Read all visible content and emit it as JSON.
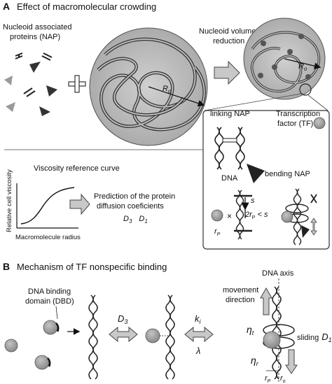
{
  "panel_a": {
    "letter": "A",
    "title": "Effect of macromolecular crowding",
    "nap_label_1": "Nucleoid associated",
    "nap_label_2": "proteins (NAP)",
    "radius_label": "R",
    "radius_sub": "o",
    "reduction_label_1": "Nucleoid volume",
    "reduction_label_2": "reduction",
    "reduced_radius_label": "R",
    "reduced_radius_sub": "o",
    "linking_nap": "linking NAP",
    "tf_label_1": "Transcription",
    "tf_label_2": "factor (TF)",
    "bending_nap": "bending NAP",
    "dna_label": "DNA",
    "s_label": "s",
    "two_rp_label": "2r",
    "two_rp_sub": "P",
    "two_rp_suffix": " < s",
    "rp_label": "r",
    "rp_sub": "P",
    "viscosity_title": "Viscosity reference curve",
    "y_axis": "Relative cell viscosity",
    "x_axis": "Macromolecule radius",
    "prediction_1": "Prediction of the protein",
    "prediction_2": "diffusion coeficients",
    "d3": "D",
    "d3_sub": "3",
    "d1": "D",
    "d1_sub": "1"
  },
  "panel_b": {
    "letter": "B",
    "title": "Mechanism of TF nonspecific binding",
    "dbd_1": "DNA binding",
    "dbd_2": "domain (DBD)",
    "d3": "D",
    "d3_sub": "3",
    "ki": "k",
    "ki_sub": "i",
    "lambda": "λ",
    "dna_axis": "DNA axis",
    "movement_1": "movement",
    "movement_2": "direction",
    "eta_t": "η",
    "eta_t_sub": "t",
    "eta_r": "η",
    "eta_r_sub": "r",
    "sliding": "sliding",
    "d1": "D",
    "d1_sub": "1",
    "rp": "r",
    "rp_sub": "P",
    "ro": "r",
    "ro_sub": "o"
  },
  "colors": {
    "nucleoid_fill": "#b3b3b3",
    "protein_gray": "#9a9a9a",
    "nap_dark": "#333333",
    "arrow_fill": "#c8c8c8"
  }
}
